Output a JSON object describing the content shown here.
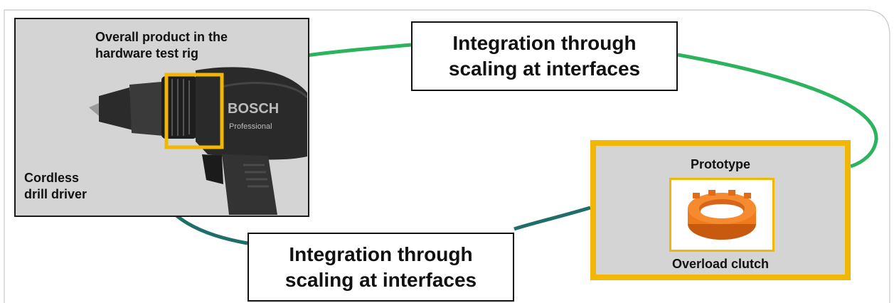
{
  "diagram": {
    "left_panel": {
      "top_label_line1": "Overall product in the",
      "top_label_line2": "hardware test rig",
      "bottom_label_line1": "Cordless",
      "bottom_label_line2": "drill driver",
      "drill_brand_text": "BOSCH",
      "drill_model_text": "Professional"
    },
    "callout_top": {
      "line1": "Integration through",
      "line2": "scaling at interfaces"
    },
    "callout_bottom": {
      "line1": "Integration through",
      "line2": "scaling at interfaces"
    },
    "right_panel": {
      "title": "Prototype",
      "caption": "Overload clutch"
    },
    "colors": {
      "loop_green": "#2bb35e",
      "loop_teal": "#1f6e6a",
      "highlight": "#f2b705",
      "panel_gray": "#d4d4d4",
      "clutch_orange": "#f07a1e"
    }
  }
}
